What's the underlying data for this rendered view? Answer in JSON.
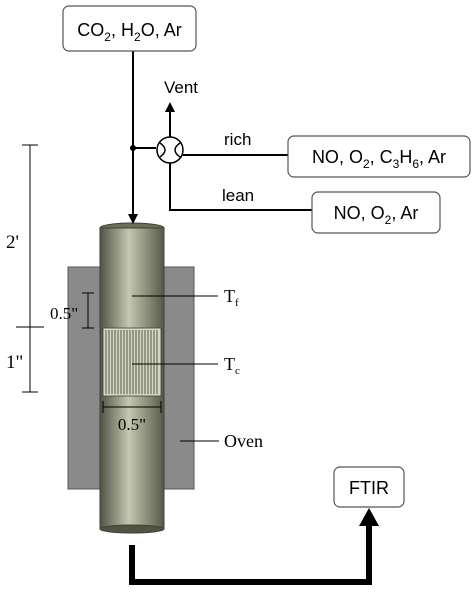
{
  "boxes": {
    "feed_gas": {
      "main": "CO",
      "sub1": "2",
      "mid1": ", H",
      "sub2": "2",
      "end": "O, Ar"
    },
    "rich_gas": {
      "main": "NO, O",
      "sub1": "2",
      "mid1": ", C",
      "sub2": "3",
      "mid2": "H",
      "sub3": "6",
      "end": ", Ar"
    },
    "lean_gas": {
      "main": "NO, O",
      "sub1": "2",
      "end": ", Ar"
    },
    "ftir": "FTIR"
  },
  "labels": {
    "vent": "Vent",
    "rich": "rich",
    "lean": "lean",
    "oven": "Oven",
    "tf_main": "T",
    "tf_sub": "f",
    "tc_main": "T",
    "tc_sub": "c",
    "dim_upper_length": "2'",
    "dim_lower_length": "1\"",
    "dim_bed_height": "0.5\"",
    "dim_bed_width": "0.5\""
  },
  "colors": {
    "oven": "#8a8a8a",
    "reactor_dark": "#5f6452",
    "reactor_light": "#c8ccb5",
    "line": "#000000",
    "box_border": "#555555"
  }
}
